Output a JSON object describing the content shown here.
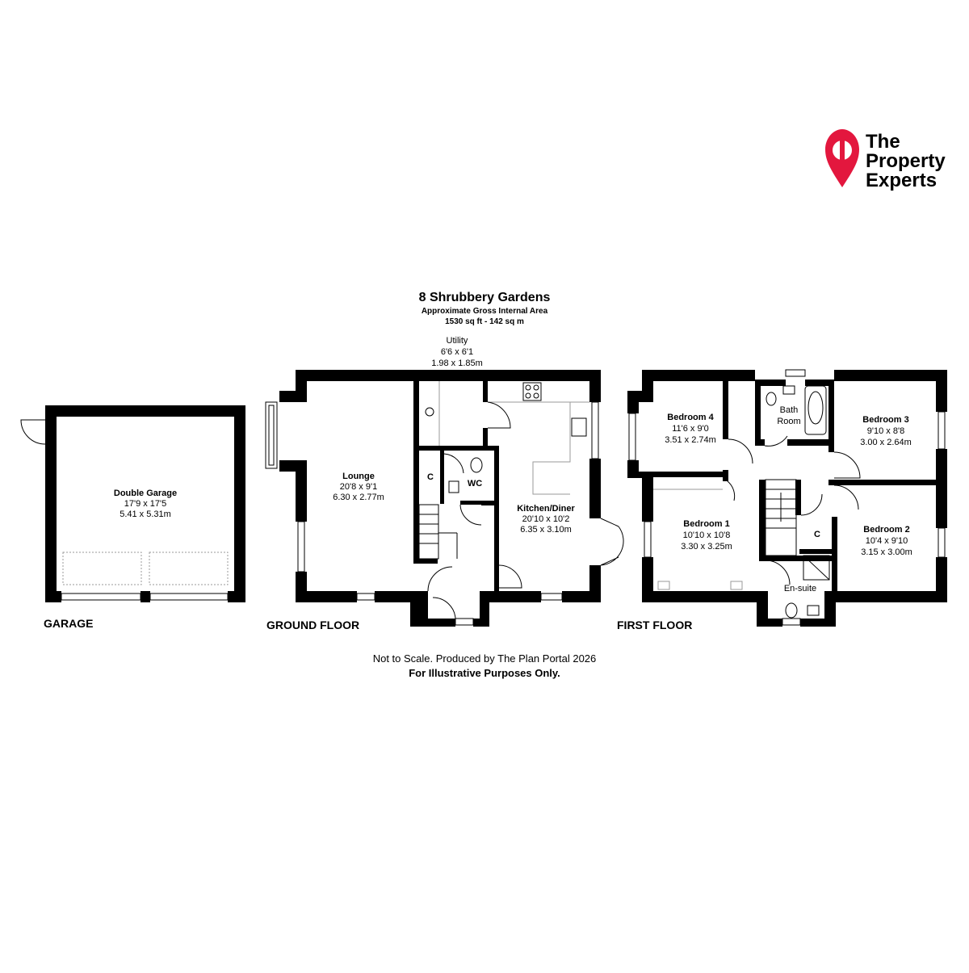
{
  "brand": {
    "name_line1": "The",
    "name_line2": "Property",
    "name_line3": "Experts",
    "pin_color": "#e3173e",
    "text_color": "#3d3d3d"
  },
  "header": {
    "title": "8 Shrubbery Gardens",
    "subtitle": "Approximate Gross Internal Area",
    "area": "1530 sq ft - 142 sq m"
  },
  "floors": {
    "garage": "GARAGE",
    "ground": "GROUND FLOOR",
    "first": "FIRST FLOOR"
  },
  "rooms": {
    "double_garage": {
      "name": "Double Garage",
      "imperial": "17'9 x 17'5",
      "metric": "5.41 x 5.31m"
    },
    "utility": {
      "name": "Utility",
      "imperial": "6'6 x 6'1",
      "metric": "1.98 x 1.85m"
    },
    "lounge": {
      "name": "Lounge",
      "imperial": "20'8 x 9'1",
      "metric": "6.30 x 2.77m"
    },
    "kitchen": {
      "name": "Kitchen/Diner",
      "imperial": "20'10 x 10'2",
      "metric": "6.35 x 3.10m"
    },
    "wc": {
      "name": "WC"
    },
    "cupboard_ground": {
      "name": "C"
    },
    "bedroom4": {
      "name": "Bedroom 4",
      "imperial": "11'6 x 9'0",
      "metric": "3.51 x 2.74m"
    },
    "bathroom": {
      "line1": "Bath",
      "line2": "Room"
    },
    "bedroom3": {
      "name": "Bedroom 3",
      "imperial": "9'10 x 8'8",
      "metric": "3.00 x 2.64m"
    },
    "bedroom1": {
      "name": "Bedroom 1",
      "imperial": "10'10 x 10'8",
      "metric": "3.30 x 3.25m"
    },
    "bedroom2": {
      "name": "Bedroom 2",
      "imperial": "10'4 x 9'10",
      "metric": "3.15 x 3.00m"
    },
    "cupboard_first": {
      "name": "C"
    },
    "ensuite": {
      "name": "En-suite"
    }
  },
  "footer": {
    "note": "Not to Scale. Produced by The Plan Portal 2026",
    "disclaimer": "For Illustrative Purposes Only."
  }
}
